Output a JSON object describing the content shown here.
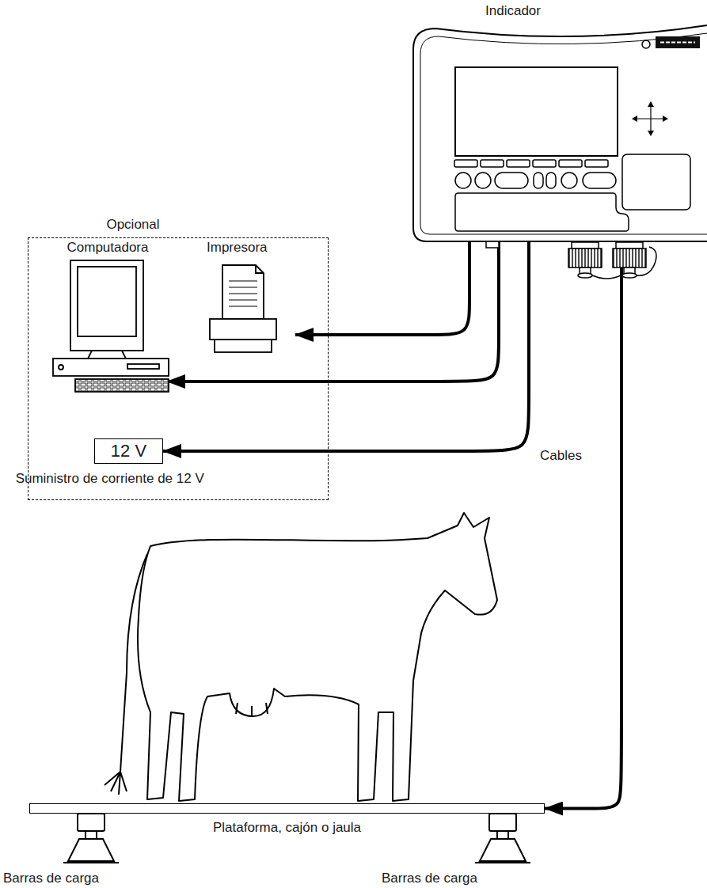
{
  "diagram": {
    "nodes": [
      {
        "text": [
          "Indicador"
        ]
      },
      {
        "text": [
          "Opcional"
        ]
      },
      {
        "text": [
          "Computadora"
        ],
        "in": 1
      },
      {
        "text": [
          "Impresora"
        ],
        "in": 1
      },
      {
        "text": [
          "12 V",
          "Suministro de corriente de 12 V"
        ],
        "in": 1
      },
      {
        "text": [
          "Plataforma, cajón o jaula"
        ]
      }
    ],
    "edges": [
      {
        "from": 0,
        "to": 3,
        "arrow": "to"
      },
      {
        "from": 0,
        "to": 2,
        "arrow": "to"
      },
      {
        "from": 0,
        "to": 4,
        "arrow": "to"
      },
      {
        "from": 0,
        "to": 5,
        "arrow": "to"
      }
    ],
    "labels": [
      "Cables",
      "Barras de carga",
      "Barras de carga"
    ]
  }
}
